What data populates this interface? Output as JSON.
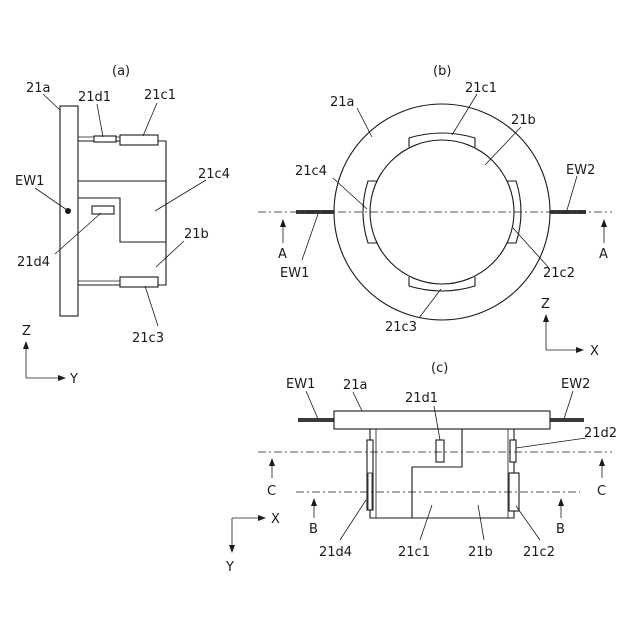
{
  "panels": {
    "a": {
      "title": "(a)",
      "labels": {
        "r21a": "21a",
        "r21d1": "21d1",
        "r21c1": "21c1",
        "ew1": "EW1",
        "r21c4": "21c4",
        "r21d4": "21d4",
        "r21b": "21b",
        "r21c3": "21c3"
      },
      "axes": {
        "vertical": "Z",
        "horizontal": "Y"
      }
    },
    "b": {
      "title": "(b)",
      "labels": {
        "r21a": "21a",
        "r21c1": "21c1",
        "r21b": "21b",
        "r21c4": "21c4",
        "ew2": "EW2",
        "ew1": "EW1",
        "r21c2": "21c2",
        "r21c3": "21c3",
        "sectionLeft": "A",
        "sectionRight": "A"
      },
      "axes": {
        "vertical": "Z",
        "horizontal": "X"
      }
    },
    "c": {
      "title": "(c)",
      "labels": {
        "ew1": "EW1",
        "r21a": "21a",
        "r21d1": "21d1",
        "ew2": "EW2",
        "r21d2": "21d2",
        "sectionCLeft": "C",
        "sectionCRight": "C",
        "sectionBLeft": "B",
        "sectionBRight": "B",
        "r21d4": "21d4",
        "r21c1": "21c1",
        "r21b": "21b",
        "r21c2": "21c2"
      },
      "axes": {
        "horizontal": "X",
        "vertical": "Y"
      }
    }
  }
}
